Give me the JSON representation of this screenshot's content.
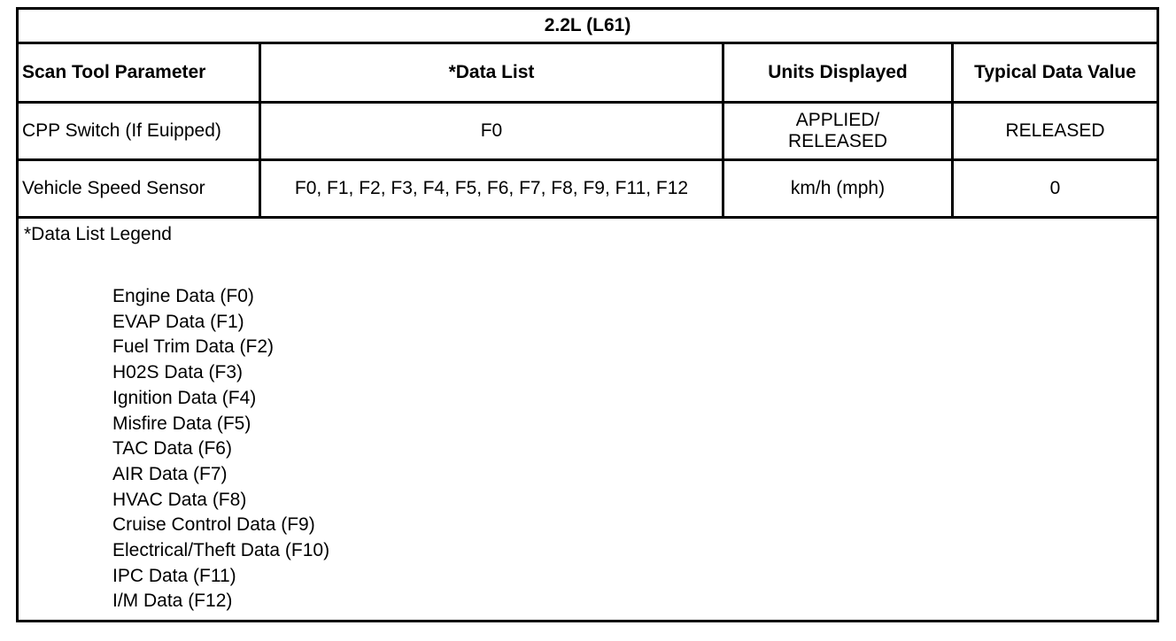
{
  "table": {
    "title": "2.2L (L61)",
    "headers": [
      "Scan Tool Parameter",
      "*Data List",
      "Units Displayed",
      "Typical Data Value"
    ],
    "rows": [
      {
        "parameter": "CPP Switch (If Euipped)",
        "data_list": "F0",
        "units": "APPLIED/ RELEASED",
        "typical_value": "RELEASED"
      },
      {
        "parameter": "Vehicle Speed Sensor",
        "data_list": "F0, F1, F2, F3, F4, F5, F6, F7, F8, F9, F11, F12",
        "units": "km/h (mph)",
        "typical_value": "0"
      }
    ]
  },
  "legend": {
    "title": "*Data List Legend",
    "items": [
      "Engine Data (F0)",
      "EVAP Data (F1)",
      "Fuel Trim Data (F2)",
      "H02S Data (F3)",
      "Ignition Data (F4)",
      "Misfire Data (F5)",
      "TAC Data (F6)",
      "AIR Data (F7)",
      "HVAC Data (F8)",
      "Cruise Control Data (F9)",
      "Electrical/Theft Data (F10)",
      "IPC Data (F11)",
      "I/M Data (F12)"
    ]
  }
}
